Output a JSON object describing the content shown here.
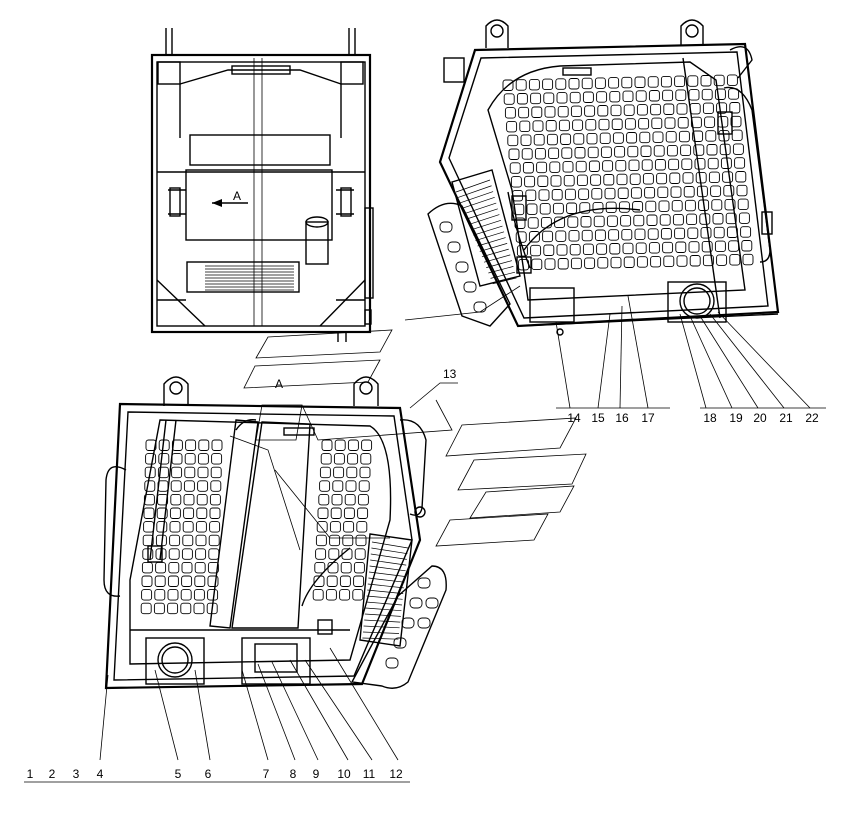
{
  "drawing": {
    "view_label_top": "A",
    "view_label_section": "A",
    "part_numbers_bottom": [
      "1",
      "2",
      "3",
      "4",
      "5",
      "6",
      "7",
      "8",
      "9",
      "10",
      "11",
      "12"
    ],
    "part_number_13": "13",
    "part_numbers_right": [
      "14",
      "15",
      "16",
      "17",
      "18",
      "19",
      "20",
      "21",
      "22"
    ]
  }
}
